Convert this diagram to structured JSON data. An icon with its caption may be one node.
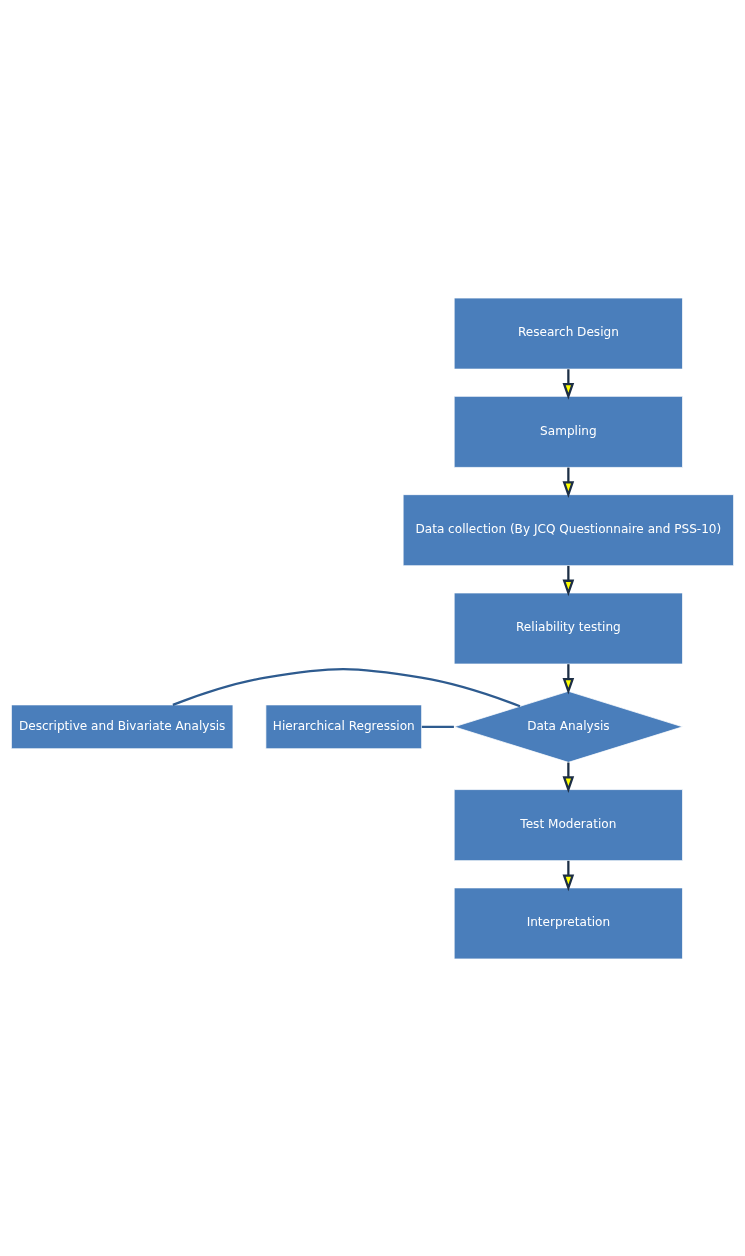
{
  "diagram": {
    "nodes": [
      {
        "text": [
          "Research Design"
        ]
      },
      {
        "text": [
          "Sampling"
        ]
      },
      {
        "text": [
          "Data collection (By JCQ Questionnaire and PSS-10)"
        ]
      },
      {
        "text": [
          "Reliability testing"
        ]
      },
      {
        "text": [
          "Data Analysis"
        ]
      },
      {
        "text": [
          "Descriptive and Bivariate Analysis"
        ]
      },
      {
        "text": [
          "Hierarchical Regression"
        ]
      },
      {
        "text": [
          "Test Moderation"
        ]
      },
      {
        "text": [
          "Interpretation"
        ]
      }
    ],
    "edges": [
      {
        "from": 0,
        "to": 1,
        "arrow": "to"
      },
      {
        "from": 1,
        "to": 2,
        "arrow": "to"
      },
      {
        "from": 2,
        "to": 3,
        "arrow": "to"
      },
      {
        "from": 3,
        "to": 4,
        "arrow": "to"
      },
      {
        "from": 5,
        "to": 4,
        "arrow": "none",
        "color": "#2e5b8f"
      },
      {
        "from": 6,
        "to": 4,
        "arrow": "none",
        "color": "#2e5b8f"
      },
      {
        "from": 4,
        "to": 7,
        "arrow": "to"
      },
      {
        "from": 7,
        "to": 8,
        "arrow": "to"
      }
    ]
  }
}
